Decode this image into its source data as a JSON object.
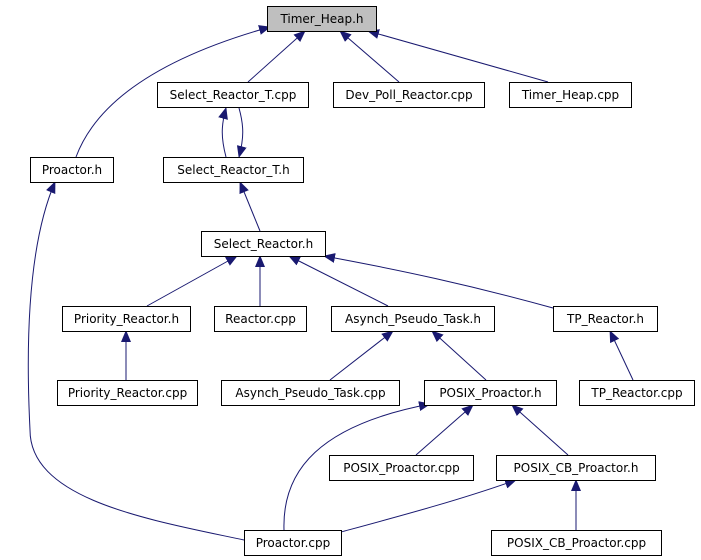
{
  "colors": {
    "edge": "#191970",
    "node_border": "#000000",
    "node_fill": "#ffffff",
    "highlight_fill": "#bfbfbf"
  },
  "nodes": [
    {
      "id": "timer_heap_h",
      "label": "Timer_Heap.h",
      "highlight": true
    },
    {
      "id": "select_reactor_t_cpp",
      "label": "Select_Reactor_T.cpp"
    },
    {
      "id": "dev_poll_reactor_cpp",
      "label": "Dev_Poll_Reactor.cpp"
    },
    {
      "id": "timer_heap_cpp",
      "label": "Timer_Heap.cpp"
    },
    {
      "id": "proactor_h",
      "label": "Proactor.h"
    },
    {
      "id": "select_reactor_t_h",
      "label": "Select_Reactor_T.h"
    },
    {
      "id": "select_reactor_h",
      "label": "Select_Reactor.h"
    },
    {
      "id": "priority_reactor_h",
      "label": "Priority_Reactor.h"
    },
    {
      "id": "reactor_cpp",
      "label": "Reactor.cpp"
    },
    {
      "id": "asynch_pseudo_task_h",
      "label": "Asynch_Pseudo_Task.h"
    },
    {
      "id": "tp_reactor_h",
      "label": "TP_Reactor.h"
    },
    {
      "id": "priority_reactor_cpp",
      "label": "Priority_Reactor.cpp"
    },
    {
      "id": "asynch_pseudo_task_cpp",
      "label": "Asynch_Pseudo_Task.cpp"
    },
    {
      "id": "posix_proactor_h",
      "label": "POSIX_Proactor.h"
    },
    {
      "id": "tp_reactor_cpp",
      "label": "TP_Reactor.cpp"
    },
    {
      "id": "posix_proactor_cpp",
      "label": "POSIX_Proactor.cpp"
    },
    {
      "id": "posix_cb_proactor_h",
      "label": "POSIX_CB_Proactor.h"
    },
    {
      "id": "proactor_cpp",
      "label": "Proactor.cpp"
    },
    {
      "id": "posix_cb_proactor_cpp",
      "label": "POSIX_CB_Proactor.cpp"
    }
  ],
  "edges": [
    {
      "from": "select_reactor_t_cpp",
      "to": "timer_heap_h"
    },
    {
      "from": "dev_poll_reactor_cpp",
      "to": "timer_heap_h"
    },
    {
      "from": "timer_heap_cpp",
      "to": "timer_heap_h"
    },
    {
      "from": "proactor_h",
      "to": "timer_heap_h"
    },
    {
      "from": "select_reactor_t_h",
      "to": "select_reactor_t_cpp"
    },
    {
      "from": "select_reactor_t_cpp",
      "to": "select_reactor_t_h"
    },
    {
      "from": "select_reactor_h",
      "to": "select_reactor_t_h"
    },
    {
      "from": "priority_reactor_h",
      "to": "select_reactor_h"
    },
    {
      "from": "reactor_cpp",
      "to": "select_reactor_h"
    },
    {
      "from": "asynch_pseudo_task_h",
      "to": "select_reactor_h"
    },
    {
      "from": "tp_reactor_h",
      "to": "select_reactor_h"
    },
    {
      "from": "priority_reactor_cpp",
      "to": "priority_reactor_h"
    },
    {
      "from": "asynch_pseudo_task_cpp",
      "to": "asynch_pseudo_task_h"
    },
    {
      "from": "posix_proactor_h",
      "to": "asynch_pseudo_task_h"
    },
    {
      "from": "tp_reactor_cpp",
      "to": "tp_reactor_h"
    },
    {
      "from": "posix_proactor_cpp",
      "to": "posix_proactor_h"
    },
    {
      "from": "posix_cb_proactor_h",
      "to": "posix_proactor_h"
    },
    {
      "from": "proactor_cpp",
      "to": "posix_proactor_h"
    },
    {
      "from": "proactor_cpp",
      "to": "posix_cb_proactor_h"
    },
    {
      "from": "posix_cb_proactor_cpp",
      "to": "posix_cb_proactor_h"
    },
    {
      "from": "proactor_cpp",
      "to": "proactor_h"
    }
  ]
}
